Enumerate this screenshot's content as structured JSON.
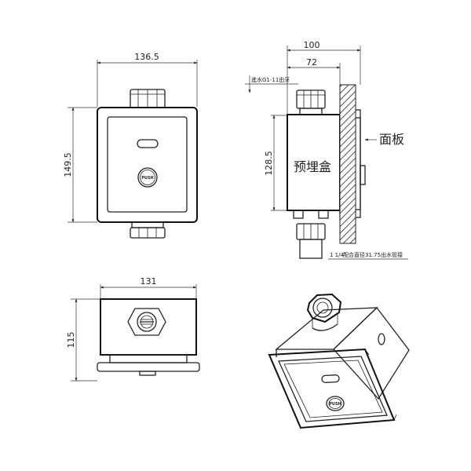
{
  "front_view": {
    "width_dim": "136.5",
    "height_dim": "149.5",
    "button_label": "PUSH"
  },
  "side_view": {
    "overall_depth_dim": "100",
    "inner_depth_dim": "72",
    "height_dim": "128.5",
    "inlet_label": "進水G1-11由牙",
    "outlet_label_prefix": "1 1/4\"",
    "outlet_label": "配合直径31.75出水管接",
    "box_label": "预埋盒",
    "panel_label": "面板"
  },
  "bottom_view": {
    "width_dim": "131",
    "height_dim": "115"
  },
  "iso_view": {
    "button_label": "PUSH"
  }
}
